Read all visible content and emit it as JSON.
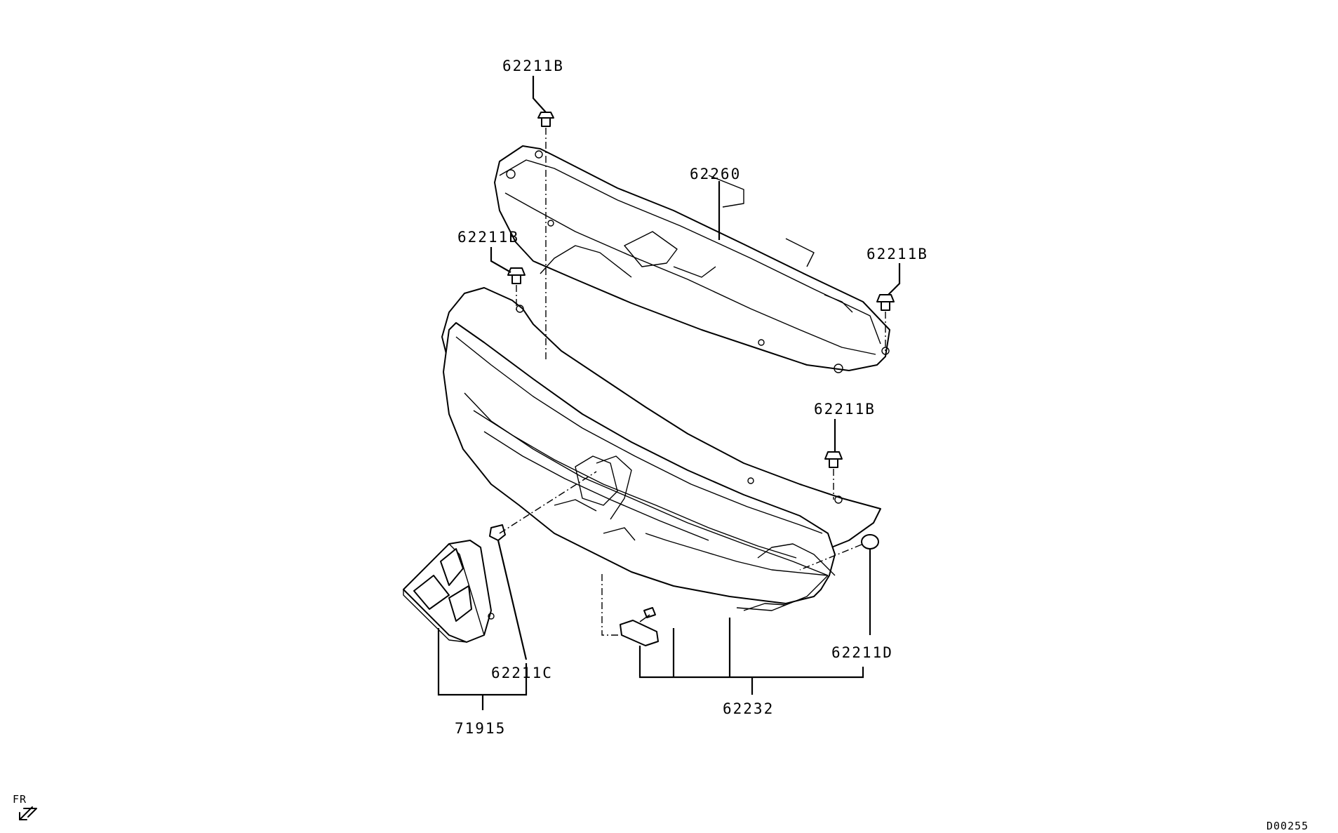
{
  "diagram": {
    "labels": {
      "bolt_top": "62211B",
      "bolt_left": "62211B",
      "bolt_right_top": "62211B",
      "bolt_right_mid": "62211B",
      "cover": "62260",
      "clip_emblem": "62211C",
      "clip_side": "62211D",
      "grille": "62232",
      "emblem": "71915",
      "front": "FR",
      "drawing_id": "D00255"
    }
  }
}
